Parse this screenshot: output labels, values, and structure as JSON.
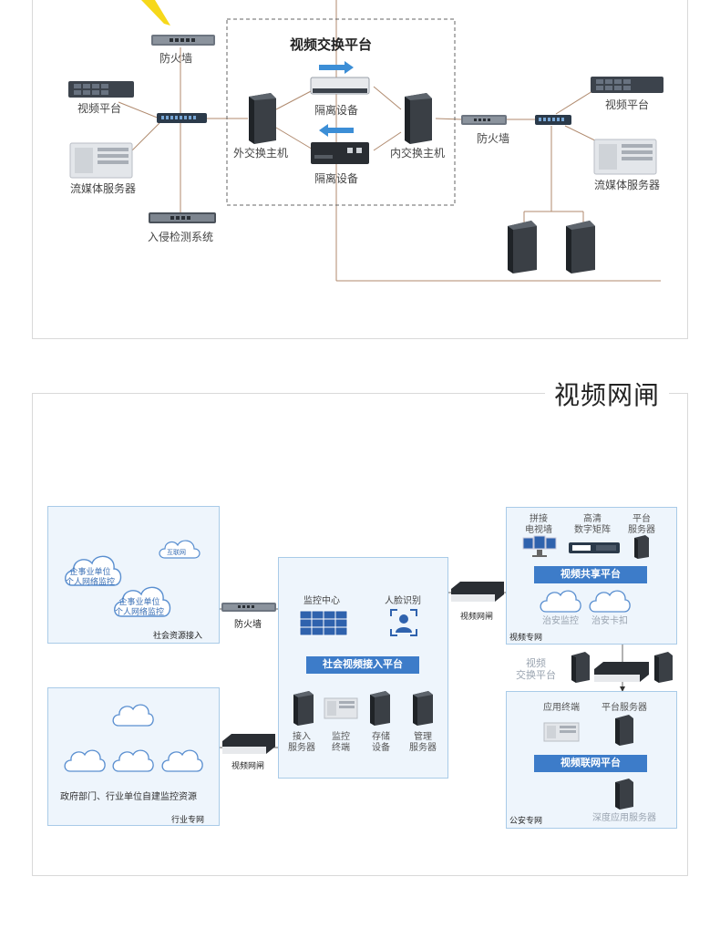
{
  "top": {
    "exchange_title": "视频交换平台",
    "firewall_left": "防火墙",
    "video_platform_left": "视频平台",
    "streaming_left": "流媒体服务器",
    "ids": "入侵检测系统",
    "isolation_top": "隔离设备",
    "isolation_bottom": "隔离设备",
    "outer_host": "外交换主机",
    "inner_host": "内交换主机",
    "firewall_right": "防火墙",
    "video_platform_right": "视频平台",
    "streaming_right": "流媒体服务器"
  },
  "section2": {
    "title": "视频网闸",
    "left_top_panel": {
      "clouds": [
        "互联网",
        "企事业单位\n个人网络监控",
        "企事业单位\n个人网络监控"
      ],
      "caption": "社会资源接入"
    },
    "left_bottom_panel": {
      "desc": "政府部门、行业单位自建监控资源",
      "caption": "行业专网"
    },
    "firewall": "防火墙",
    "gateway_lower": "视频网闸",
    "center_panel": {
      "monitor_center": "监控中心",
      "face_recognition": "人脸识别",
      "platform": "社会视频接入平台",
      "servers": [
        "接入\n服务器",
        "监控\n终端",
        "存储\n设备",
        "管理\n服务器"
      ]
    },
    "gateway_upper": "视频网闸",
    "right_top_panel": {
      "devices": [
        "拼接\n电视墙",
        "高清\n数字矩阵",
        "平台\n服务器"
      ],
      "platform": "视频共享平台",
      "clouds": [
        "治安监控",
        "治安卡扣"
      ],
      "caption": "视频专网"
    },
    "exchange_platform": "视频\n交换平台",
    "right_bottom_panel": {
      "app_terminal": "应用终端",
      "platform_server": "平台服务器",
      "platform": "视频联网平台",
      "deep_server": "深度应用服务器",
      "caption": "公安专网"
    }
  },
  "colors": {
    "accent": "#3d7cc9",
    "panel_bg": "#eef5fc",
    "panel_border": "#a9cbe8",
    "line_brown": "#b08a6e"
  }
}
